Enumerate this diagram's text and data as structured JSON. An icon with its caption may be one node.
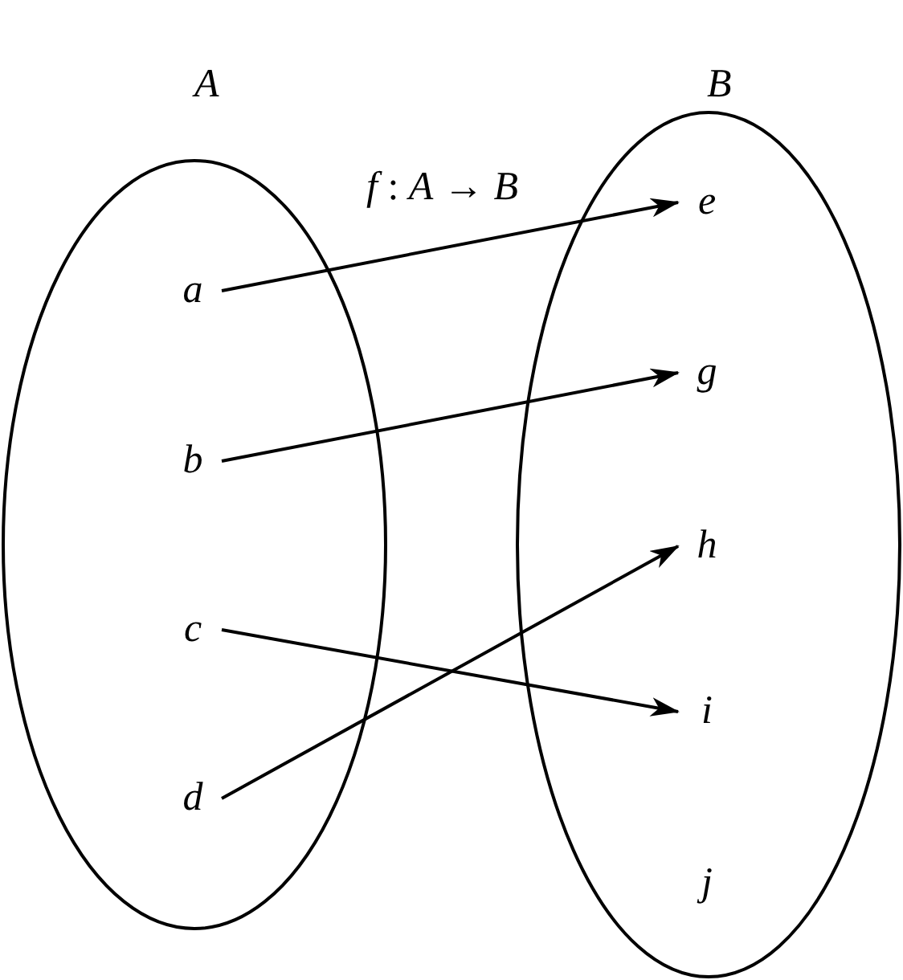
{
  "diagram": {
    "nodes": [
      {
        "text": [
          "A"
        ]
      },
      {
        "text": [
          "a"
        ],
        "in": 0
      },
      {
        "text": [
          "b"
        ],
        "in": 0
      },
      {
        "text": [
          "c"
        ],
        "in": 0
      },
      {
        "text": [
          "d"
        ],
        "in": 0
      },
      {
        "text": [
          "B"
        ]
      },
      {
        "text": [
          "e"
        ],
        "in": 5
      },
      {
        "text": [
          "g"
        ],
        "in": 5
      },
      {
        "text": [
          "h"
        ],
        "in": 5
      },
      {
        "text": [
          "i"
        ],
        "in": 5
      },
      {
        "text": [
          "j"
        ],
        "in": 5
      }
    ],
    "edges": [
      {
        "from": 1,
        "to": 6,
        "arrow": "to"
      },
      {
        "from": 2,
        "to": 7,
        "arrow": "to"
      },
      {
        "from": 3,
        "to": 9,
        "arrow": "to"
      },
      {
        "from": 4,
        "to": 8,
        "arrow": "to"
      }
    ],
    "labels": [
      "*f* : *A* → *B*"
    ]
  }
}
